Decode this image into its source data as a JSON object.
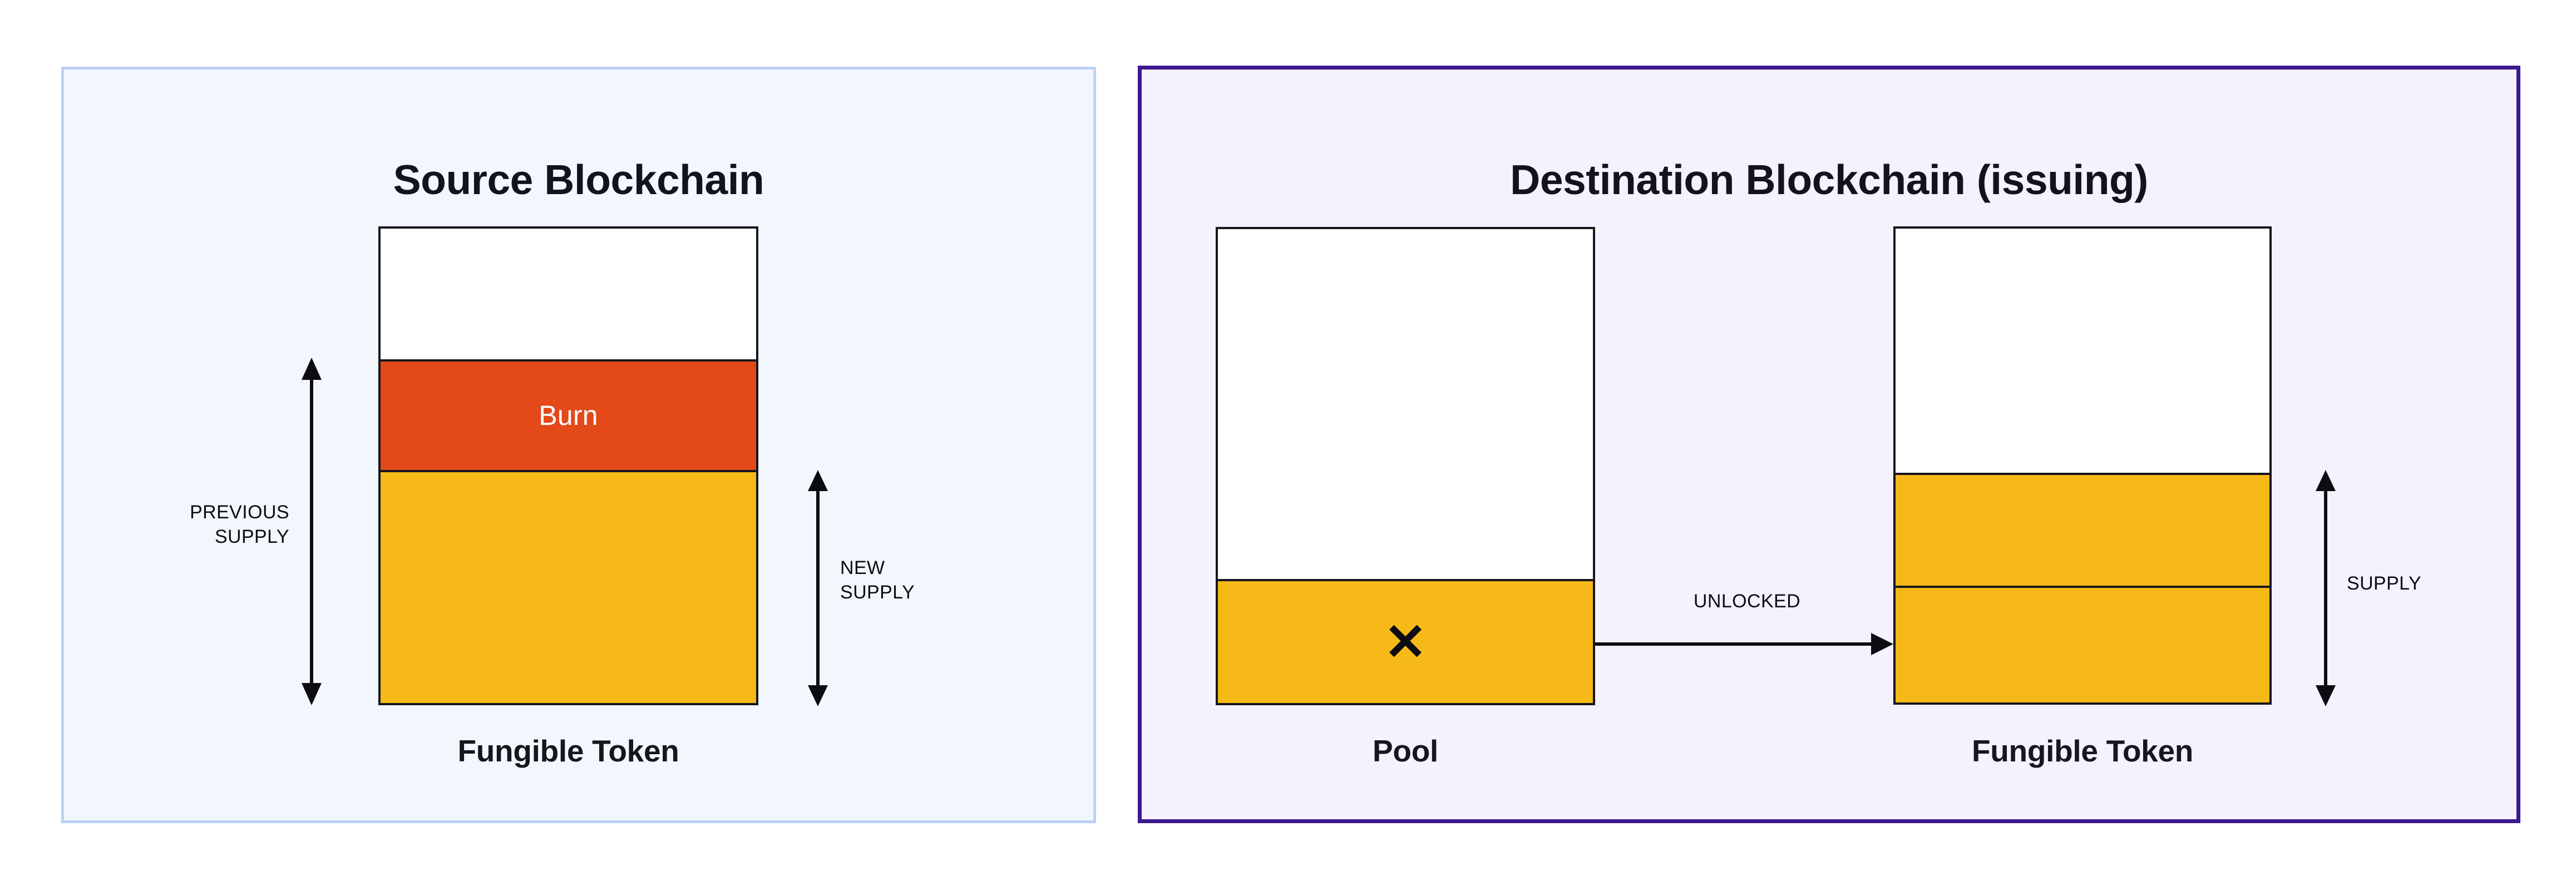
{
  "diagram": {
    "title_hidden": "",
    "panels": [
      {
        "id": "source",
        "title": "Source Blockchain",
        "border_color": "#bbd2f5",
        "background_color": "#f2f7fd",
        "boxes": [
          {
            "id": "source-fungible-token",
            "caption": "Fungible Token",
            "segments": [
              {
                "id": "empty",
                "label": "",
                "color": "#ffffff"
              },
              {
                "id": "burn",
                "label": "Burn",
                "color": "#e4491a"
              },
              {
                "id": "remaining",
                "label": "",
                "color": "#f7b918"
              }
            ]
          }
        ],
        "measures": [
          {
            "id": "previous-supply",
            "label": "PREVIOUS\nSUPPLY",
            "side": "left"
          },
          {
            "id": "new-supply",
            "label": "NEW\nSUPPLY",
            "side": "right"
          }
        ]
      },
      {
        "id": "destination",
        "title": "Destination Blockchain (issuing)",
        "border_color": "#3b1a8e",
        "background_color": "#f5f1fd",
        "boxes": [
          {
            "id": "pool",
            "caption": "Pool",
            "mark": "✕",
            "segments": [
              {
                "id": "empty",
                "label": "",
                "color": "#ffffff"
              },
              {
                "id": "locked",
                "label": "",
                "color": "#f7b918"
              }
            ]
          },
          {
            "id": "destination-fungible-token",
            "caption": "Fungible Token",
            "segments": [
              {
                "id": "empty",
                "label": "",
                "color": "#ffffff"
              },
              {
                "id": "minted",
                "label": "",
                "color": "#f7b918"
              },
              {
                "id": "existing",
                "label": "",
                "color": "#f7b918"
              }
            ]
          }
        ],
        "measures": [
          {
            "id": "supply",
            "label": "SUPPLY",
            "side": "right"
          }
        ],
        "flows": [
          {
            "id": "unlocked",
            "label": "UNLOCKED",
            "from": "pool",
            "to": "destination-fungible-token"
          }
        ]
      }
    ],
    "colors": {
      "gold": "#f7b918",
      "burn_orange": "#e4491a",
      "stroke": "#16161f",
      "source_panel_border": "#bbd2f5",
      "source_panel_fill": "#f2f7fd",
      "destination_panel_border": "#3b1a8e",
      "destination_panel_fill": "#f5f1fd"
    }
  }
}
